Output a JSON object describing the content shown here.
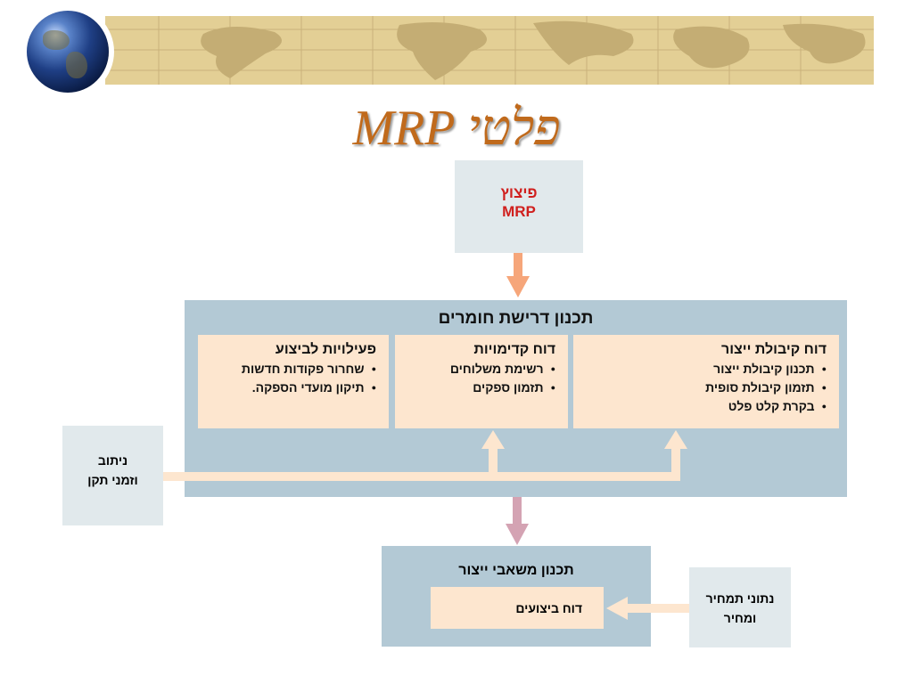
{
  "title": "פלטי MRP",
  "mrp_box": {
    "line1": "פיצוץ",
    "line2": "MRP"
  },
  "main": {
    "title": "תכנון דרישת חומרים",
    "columns": [
      {
        "heading": "דוח קיבולת ייצור",
        "items": [
          "תכנון קיבולת ייצור",
          "תזמון קיבולת סופית",
          "בקרת קלט פלט"
        ]
      },
      {
        "heading": "דוח קדימויות",
        "items": [
          "רשימת משלוחים",
          "תזמון ספקים"
        ]
      },
      {
        "heading": "פעילויות לביצוע",
        "items": [
          "שחרור פקודות חדשות",
          "תיקון מועדי הספקה."
        ]
      }
    ]
  },
  "analysis": {
    "line1": "ניתוב",
    "line2": "וזמני תקן"
  },
  "production": {
    "title": "תכנון משאבי ייצור",
    "report": "דוח ביצועים"
  },
  "cost": {
    "line1": "נתוני תמחיר",
    "line2": "ומחיר"
  },
  "colors": {
    "title": "#c06a1c",
    "mrp_text": "#d0201e",
    "box_blue": "#b3c9d5",
    "box_light": "#e1e9ec",
    "peach": "#fde6cf",
    "arrow_orange": "#f6a67a",
    "arrow_mauve": "#d4a3b3",
    "banner": "#e3cf95"
  }
}
